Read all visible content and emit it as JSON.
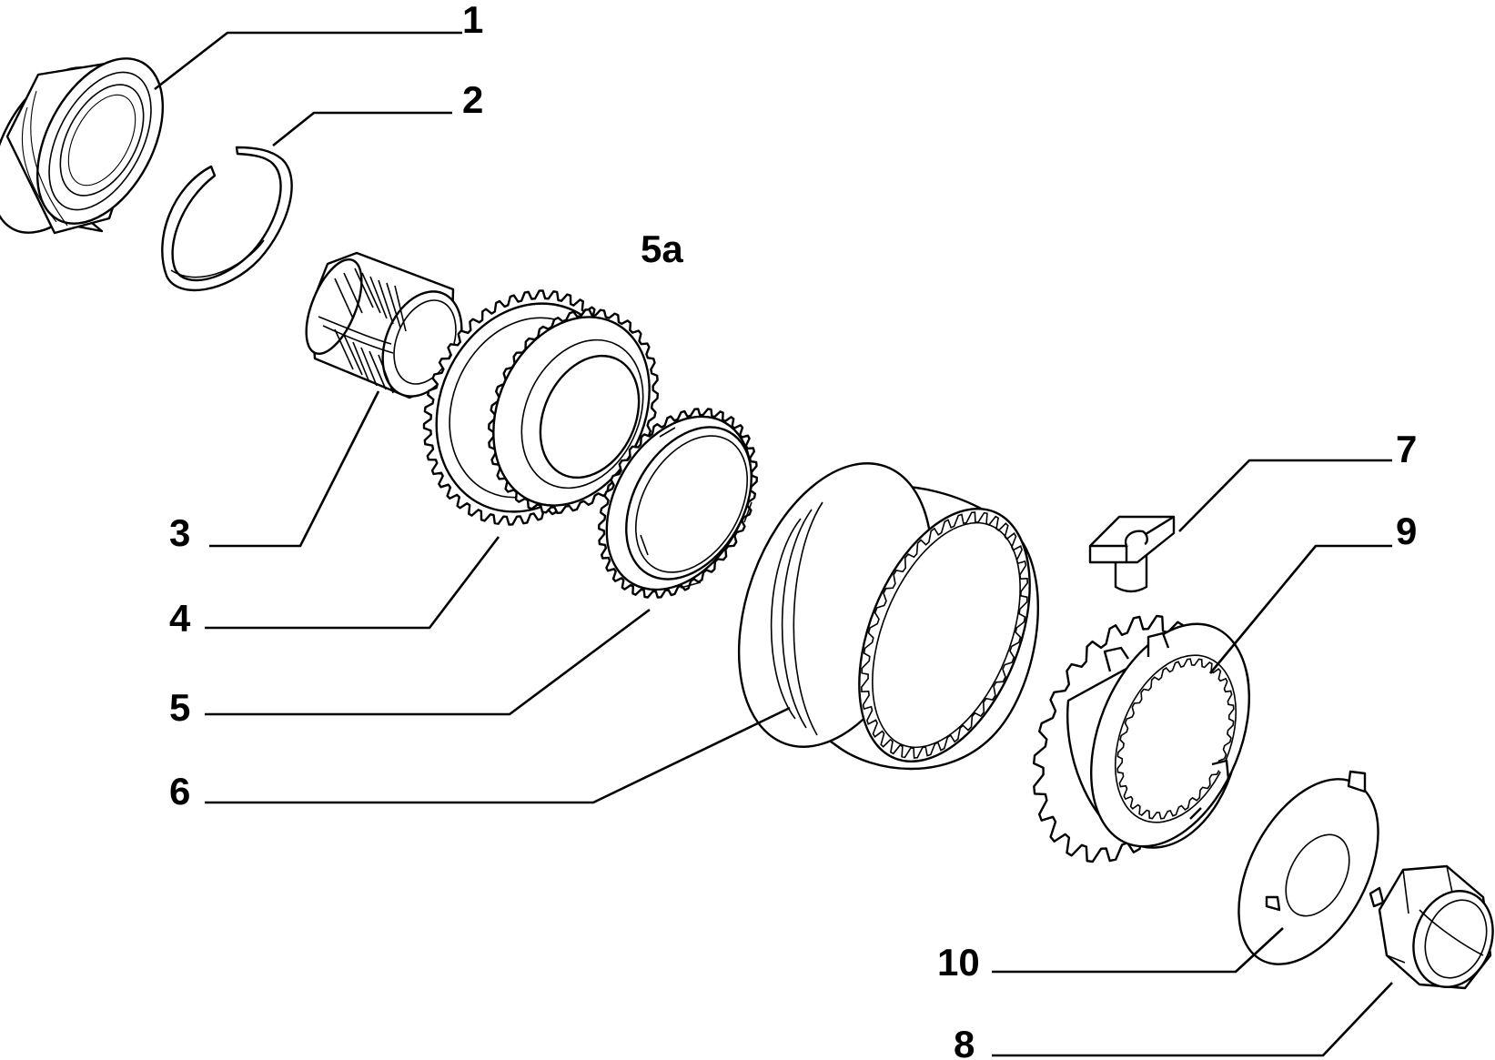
{
  "callouts": {
    "c1": "1",
    "c2": "2",
    "c3": "3",
    "c4": "4",
    "c5": "5",
    "c5a": "5a",
    "c6": "6",
    "c7": "7",
    "c8": "8",
    "c9": "9",
    "c10": "10"
  },
  "parts": [
    {
      "ref": "1",
      "icon": "ball-bearing-icon"
    },
    {
      "ref": "2",
      "icon": "snap-ring-icon"
    },
    {
      "ref": "3",
      "icon": "needle-roller-bearing-icon"
    },
    {
      "ref": "4",
      "icon": "gear-icon"
    },
    {
      "ref": "5",
      "icon": "synchronizer-ring-icon"
    },
    {
      "ref": "6",
      "icon": "sliding-sleeve-icon"
    },
    {
      "ref": "7",
      "icon": "detent-key-icon"
    },
    {
      "ref": "8",
      "icon": "nut-icon"
    },
    {
      "ref": "9",
      "icon": "synchro-hub-icon"
    },
    {
      "ref": "10",
      "icon": "lock-washer-icon"
    }
  ]
}
